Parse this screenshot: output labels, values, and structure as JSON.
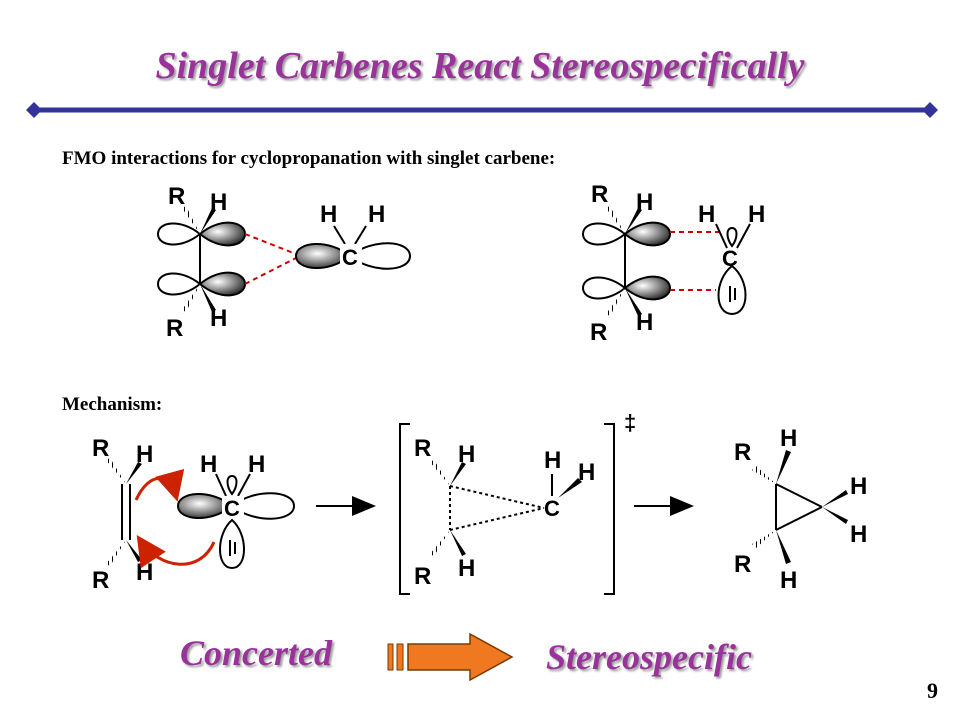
{
  "slide": {
    "title": "Singlet Carbenes React Stereospecifically",
    "fmo_label": "FMO interactions for cyclopropanation with singlet carbene:",
    "mechanism_label": "Mechanism:",
    "concerted": "Concerted",
    "stereospecific": "Stereospecific",
    "page_number": "9"
  },
  "atoms": {
    "R": "R",
    "H": "H",
    "C": "C",
    "double_dagger": "‡"
  },
  "colors": {
    "title": "#993399",
    "rule": "#333399",
    "dashed_interaction": "#cc0000",
    "curved_arrow": "#cc2200",
    "block_arrow": "#f07820"
  }
}
